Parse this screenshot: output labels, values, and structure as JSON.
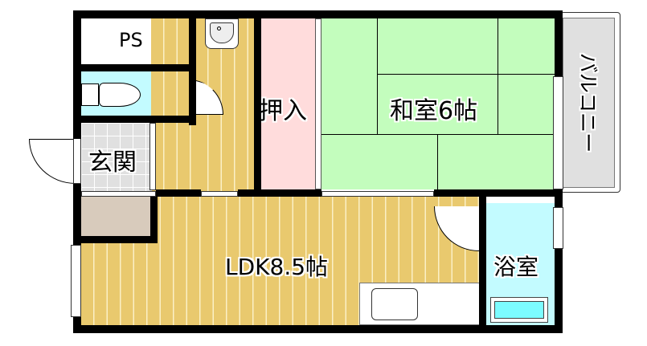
{
  "floorplan": {
    "rooms": {
      "ps": {
        "label": "PS"
      },
      "toilet": {
        "label": ""
      },
      "entrance": {
        "label": "玄関"
      },
      "closet": {
        "label": "押入"
      },
      "washitsu": {
        "label": "和室6帖"
      },
      "balcony": {
        "label": "バルコニー"
      },
      "ldk": {
        "label": "LDK8.5帖"
      },
      "bath": {
        "label": "浴室"
      }
    },
    "colors": {
      "wall": "#000000",
      "wood_floor": "#e9c96e",
      "tatami": "#c3fdbd",
      "closet": "#ffdcdc",
      "toilet": "#c3fbff",
      "bath": "#c3fbff",
      "entrance_tile": "#e0e0e0",
      "shoe_box": "#d8cbbc",
      "balcony": "#e0e0e0"
    }
  }
}
